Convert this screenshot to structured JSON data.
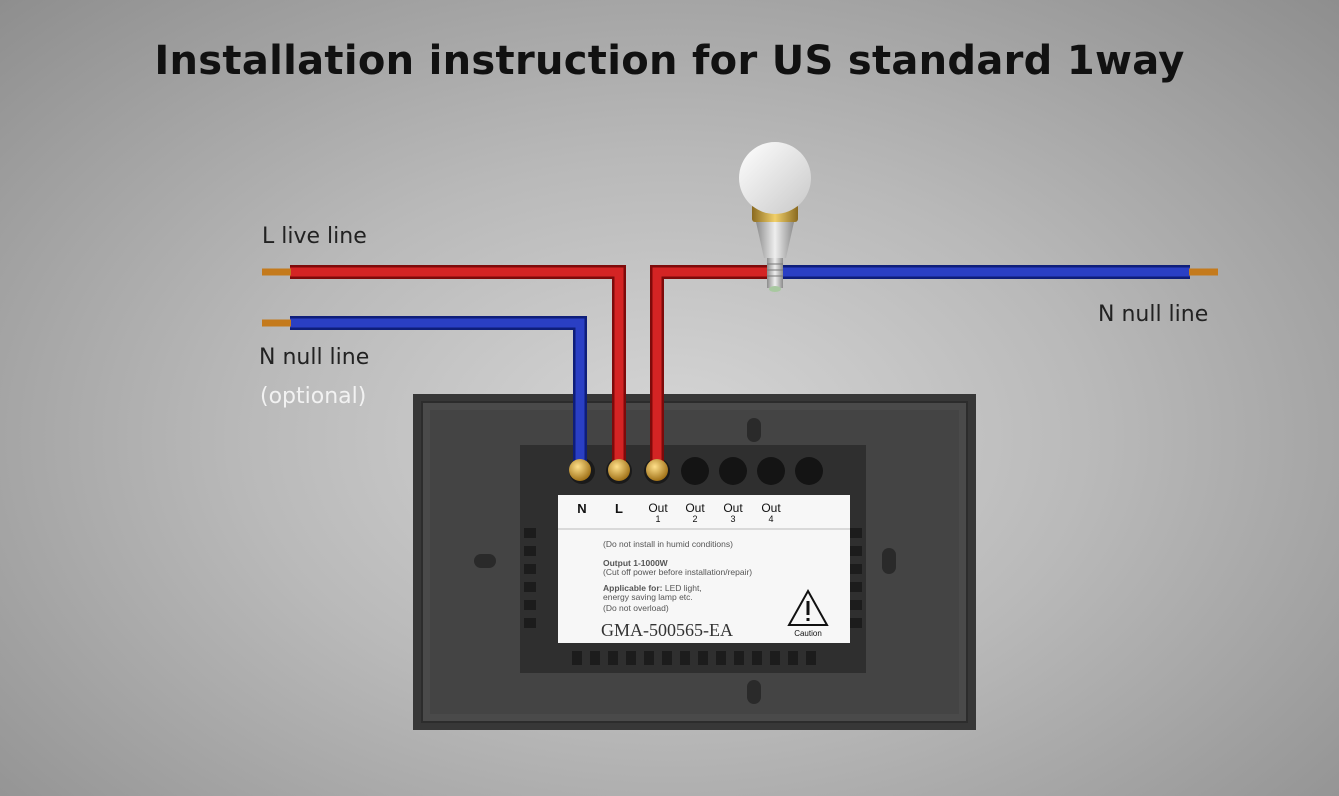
{
  "title": "Installation instruction for US standard 1way",
  "wires": {
    "live_label": "L live line",
    "null_left_label": "N null line",
    "optional_label": "(optional)",
    "null_right_label": "N null line"
  },
  "terminals": [
    {
      "main": "N",
      "sub": ""
    },
    {
      "main": "L",
      "sub": ""
    },
    {
      "main": "Out",
      "sub": "1"
    },
    {
      "main": "Out",
      "sub": "2"
    },
    {
      "main": "Out",
      "sub": "3"
    },
    {
      "main": "Out",
      "sub": "4"
    }
  ],
  "device_label": {
    "warning_humid": "(Do not install in humid conditions)",
    "output_line1": "Output 1-1000W",
    "output_line2": "(Cut off power before installation/repair)",
    "applicable_bold": "Applicable for:",
    "applicable_rest": " LED light,",
    "applicable_line2": "energy saving lamp etc.",
    "applicable_line3": "(Do not overload)",
    "model": "GMA-500565-EA",
    "caution": "Caution"
  },
  "colors": {
    "live_wire": "#c81e1e",
    "null_wire": "#1e33b4",
    "copper": "#d88a2a",
    "panel": "#3e3e3e"
  }
}
